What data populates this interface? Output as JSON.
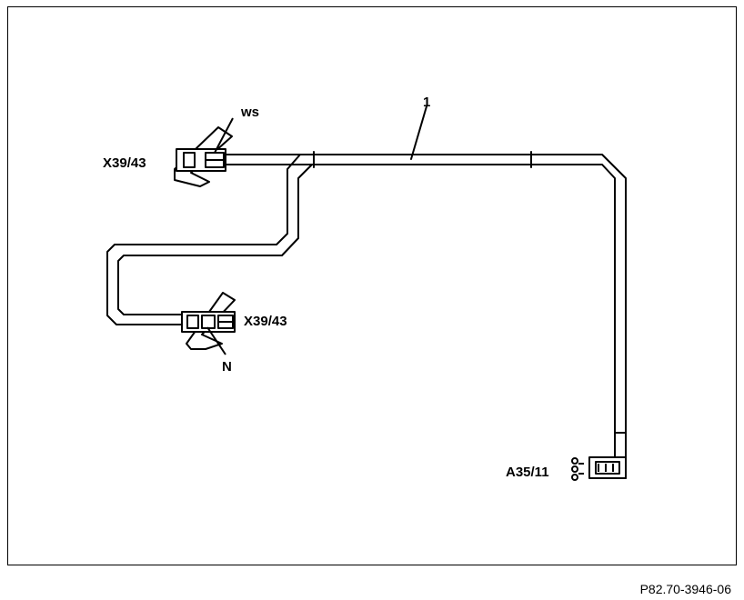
{
  "labels": {
    "wire_number": "1",
    "connector_top": "X39/43",
    "connector_top_wire": "ws",
    "connector_mid": "X39/43",
    "connector_mid_wire": "N",
    "component": "A35/11"
  },
  "figure_id": "P82.70-3946-06",
  "colors": {
    "line": "#000000",
    "background": "#ffffff"
  }
}
